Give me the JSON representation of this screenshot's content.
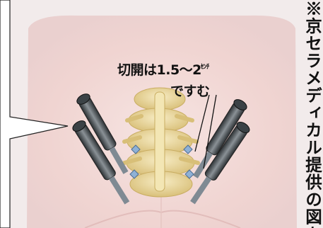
{
  "caption": {
    "line1": "切開は1.5～2",
    "line1_unit": "ｾﾝﾁ",
    "line2": "ですむ"
  },
  "side_note": "※京セラメディカル提供の図を基に作成",
  "colors": {
    "skin": "#f1d9d6",
    "bone": "#ecdc9c",
    "screw": "#5d6468"
  },
  "icons": [
    "callout-pointer",
    "surgical-screw-instrument"
  ]
}
